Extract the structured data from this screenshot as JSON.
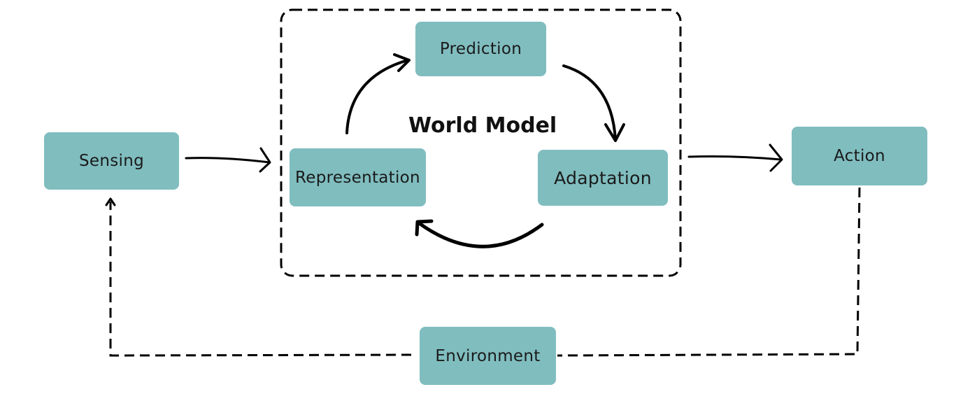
{
  "diagram": {
    "title": "World Model",
    "nodes": {
      "sensing": "Sensing",
      "prediction": "Prediction",
      "representation": "Representation",
      "adaptation": "Adaptation",
      "action": "Action",
      "environment": "Environment"
    },
    "colors": {
      "node_fill": "#80bdbf",
      "stroke": "#000000"
    },
    "edges": [
      {
        "from": "Sensing",
        "to": "World Model",
        "style": "solid"
      },
      {
        "from": "Representation",
        "to": "Prediction",
        "style": "solid-curved"
      },
      {
        "from": "Prediction",
        "to": "Adaptation",
        "style": "solid-curved"
      },
      {
        "from": "Adaptation",
        "to": "Representation",
        "style": "solid-curved"
      },
      {
        "from": "World Model",
        "to": "Action",
        "style": "solid"
      },
      {
        "from": "Action",
        "to": "Environment",
        "style": "dashed"
      },
      {
        "from": "Environment",
        "to": "Sensing",
        "style": "dashed"
      }
    ]
  }
}
